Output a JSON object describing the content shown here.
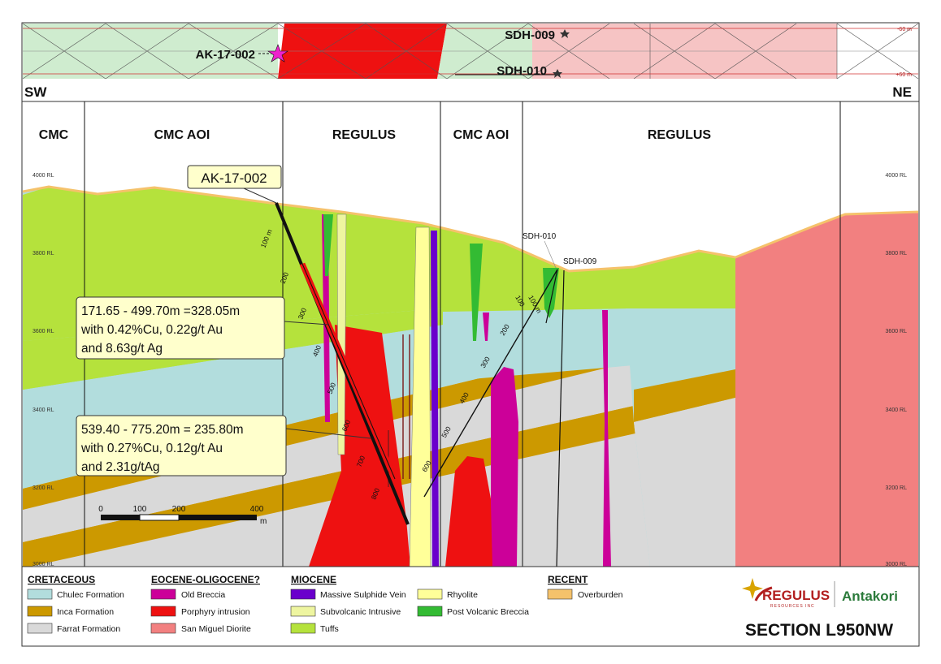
{
  "colors": {
    "chulec": "#b2dddd",
    "inca": "#cc9900",
    "farrat": "#d9d9d9",
    "old_breccia": "#cc0099",
    "porphyry": "#ee1111",
    "san_miguel": "#f28080",
    "sulphide_vein": "#6a00cc",
    "subvolcanic": "#eef5a0",
    "tuffs": "#b5e23c",
    "rhyolite": "#ffff99",
    "post_volcanic_breccia": "#33bb33",
    "overburden": "#f5c26b"
  },
  "plan_strip": {
    "hole_main": "AK-17-002",
    "hole_a": "SDH-009",
    "hole_b": "SDH-010",
    "top_tag": "-60 m",
    "bottom_tag": "+60 m"
  },
  "directions": {
    "left": "SW",
    "right": "NE"
  },
  "concessions": [
    "CMC",
    "CMC AOI",
    "REGULUS",
    "CMC AOI",
    "REGULUS"
  ],
  "rl_left": [
    "4000 RL",
    "3800 RL",
    "3600 RL",
    "3400 RL",
    "3200 RL",
    "3000 RL"
  ],
  "rl_right": [
    "4000 RL",
    "3800 RL",
    "3600 RL",
    "3400 RL",
    "3200 RL",
    "3000 RL"
  ],
  "drillholes": {
    "main_label": "AK-17-002",
    "main_depths": [
      "100 m",
      "200",
      "300",
      "400",
      "500",
      "600",
      "700",
      "800"
    ],
    "sdh010_label": "SDH-010",
    "sdh009_label": "SDH-009",
    "sdh_depths": [
      "100",
      "100 m",
      "200",
      "300",
      "400",
      "500",
      "600"
    ]
  },
  "callouts": {
    "top": [
      "171.65 - 499.70m =328.05m",
      "with 0.42%Cu, 0.22g/t Au",
      "and 8.63g/t Ag"
    ],
    "bottom": [
      "539.40 - 775.20m = 235.80m",
      "with 0.27%Cu, 0.12g/t Au",
      "and 2.31g/tAg"
    ]
  },
  "scale_bar": {
    "ticks": [
      "0",
      "100",
      "200",
      "400"
    ],
    "unit": "m"
  },
  "legend": {
    "groups": [
      {
        "heading": "CRETACEOUS",
        "items": [
          "Chulec Formation",
          "Inca Formation",
          "Farrat Formation"
        ]
      },
      {
        "heading": "EOCENE-OLIGOCENE?",
        "items": [
          "Old Breccia",
          "Porphyry intrusion",
          "San Miguel Diorite"
        ]
      },
      {
        "heading": "MIOCENE",
        "items": [
          "Massive Sulphide Vein",
          "Subvolcanic Intrusive",
          "Tuffs",
          "Rhyolite",
          "Post Volcanic Breccia"
        ]
      },
      {
        "heading": "RECENT",
        "items": [
          "Overburden"
        ]
      }
    ]
  },
  "logo": {
    "company": "REGULUS",
    "tagline": "RESOURCES INC",
    "project": "Antakori"
  },
  "section_title": "SECTION L950NW"
}
